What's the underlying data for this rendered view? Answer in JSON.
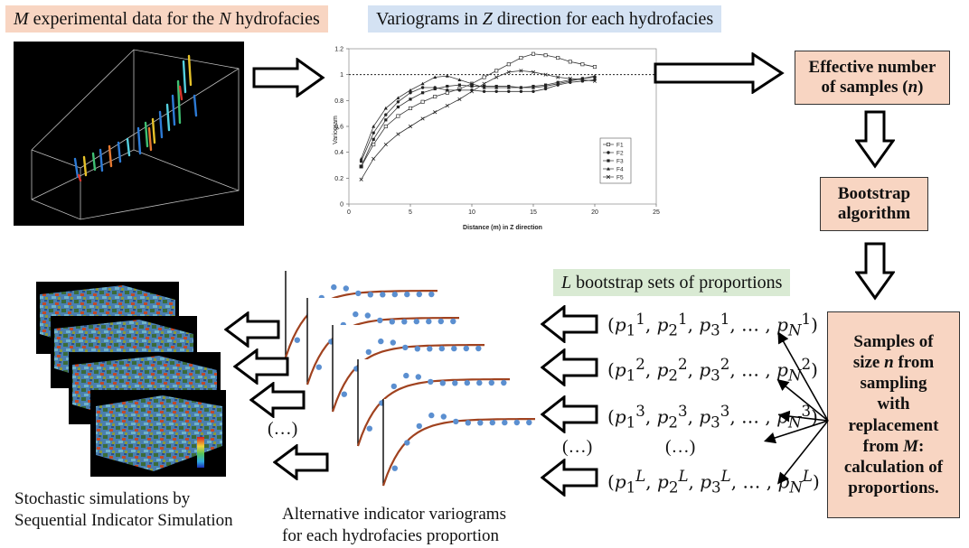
{
  "top": {
    "label_data": [
      "M",
      " experimental data for the ",
      "N",
      " hydrofacies"
    ],
    "label_variograms": [
      "Variograms in ",
      "Z",
      " direction for each hydrofacies"
    ]
  },
  "chart_data": {
    "type": "line",
    "title": "",
    "xlabel": "Distance (m) in Z direction",
    "ylabel": "Variogram",
    "xlim": [
      0,
      25
    ],
    "ylim": [
      0,
      1.2
    ],
    "xticks": [
      "0",
      "5",
      "10",
      "15",
      "20",
      "25"
    ],
    "yticks": [
      "0",
      "0.2",
      "0.4",
      "0.6",
      "0.8",
      "1",
      "1.2"
    ],
    "sill": 1,
    "legend_position": "right",
    "series": [
      {
        "name": "F1",
        "marker": "square",
        "x": [
          1,
          2,
          3,
          4,
          5,
          6,
          7,
          8,
          9,
          10,
          11,
          12,
          13,
          14,
          15,
          16,
          17,
          18,
          19,
          20
        ],
        "y": [
          0.29,
          0.46,
          0.6,
          0.68,
          0.74,
          0.79,
          0.83,
          0.86,
          0.89,
          0.93,
          0.98,
          1.03,
          1.08,
          1.13,
          1.16,
          1.15,
          1.13,
          1.1,
          1.08,
          1.06
        ]
      },
      {
        "name": "F2",
        "marker": "circle",
        "x": [
          1,
          2,
          3,
          4,
          5,
          6,
          7,
          8,
          9,
          10,
          11,
          12,
          13,
          14,
          15,
          16,
          17,
          18,
          19,
          20
        ],
        "y": [
          0.33,
          0.55,
          0.69,
          0.79,
          0.86,
          0.9,
          0.9,
          0.88,
          0.88,
          0.88,
          0.87,
          0.87,
          0.87,
          0.87,
          0.87,
          0.89,
          0.92,
          0.94,
          0.95,
          0.96
        ]
      },
      {
        "name": "F3",
        "marker": "square-filled",
        "x": [
          1,
          2,
          3,
          4,
          5,
          6,
          7,
          8,
          9,
          10,
          11,
          12,
          13,
          14,
          15,
          16,
          17,
          18,
          19,
          20
        ],
        "y": [
          0.29,
          0.5,
          0.65,
          0.75,
          0.81,
          0.86,
          0.89,
          0.91,
          0.92,
          0.91,
          0.91,
          0.91,
          0.91,
          0.9,
          0.91,
          0.92,
          0.94,
          0.96,
          0.97,
          0.98
        ]
      },
      {
        "name": "F4",
        "marker": "triangle",
        "x": [
          1,
          2,
          3,
          4,
          5,
          6,
          7,
          8,
          9,
          10,
          11,
          12,
          13,
          14,
          15,
          16,
          17,
          18,
          19,
          20
        ],
        "y": [
          0.35,
          0.6,
          0.74,
          0.82,
          0.88,
          0.93,
          0.98,
          0.99,
          0.96,
          0.93,
          0.9,
          0.9,
          0.9,
          0.9,
          0.9,
          0.91,
          0.93,
          0.95,
          0.97,
          0.99
        ]
      },
      {
        "name": "F5",
        "marker": "cross",
        "x": [
          1,
          2,
          3,
          4,
          5,
          6,
          7,
          8,
          9,
          10,
          11,
          12,
          13,
          14,
          15,
          16,
          17,
          18,
          19,
          20
        ],
        "y": [
          0.19,
          0.35,
          0.46,
          0.54,
          0.6,
          0.66,
          0.71,
          0.76,
          0.81,
          0.87,
          0.93,
          0.98,
          1.02,
          1.03,
          1.02,
          1.0,
          0.98,
          0.97,
          0.96,
          0.95
        ]
      }
    ]
  },
  "right_column": {
    "box1": [
      "Effective number",
      "of samples (",
      "n",
      ")"
    ],
    "box2": [
      "Bootstrap",
      "algorithm"
    ],
    "box3": [
      "Samples of",
      "size ",
      "n",
      " from",
      "sampling",
      "with",
      "replacement",
      "from ",
      "M",
      ":",
      "calculation of",
      "proportions."
    ]
  },
  "bootstrap": {
    "label": [
      "L",
      " bootstrap sets of proportions"
    ],
    "sets": [
      "1",
      "2",
      "3",
      "L"
    ],
    "ellipsis": "(…)"
  },
  "captions": {
    "simulations": [
      "Stochastic simulations by",
      "Sequential Indicator Simulation"
    ],
    "indicator": [
      "Alternative indicator variograms",
      "for each hydrofacies proportion"
    ]
  },
  "colors": {
    "peach": "#f8d5c2",
    "blue": "#d4e2f3",
    "green": "#d9ead3",
    "fit_curve": "#a0421f",
    "points": "#5b8fd0"
  }
}
